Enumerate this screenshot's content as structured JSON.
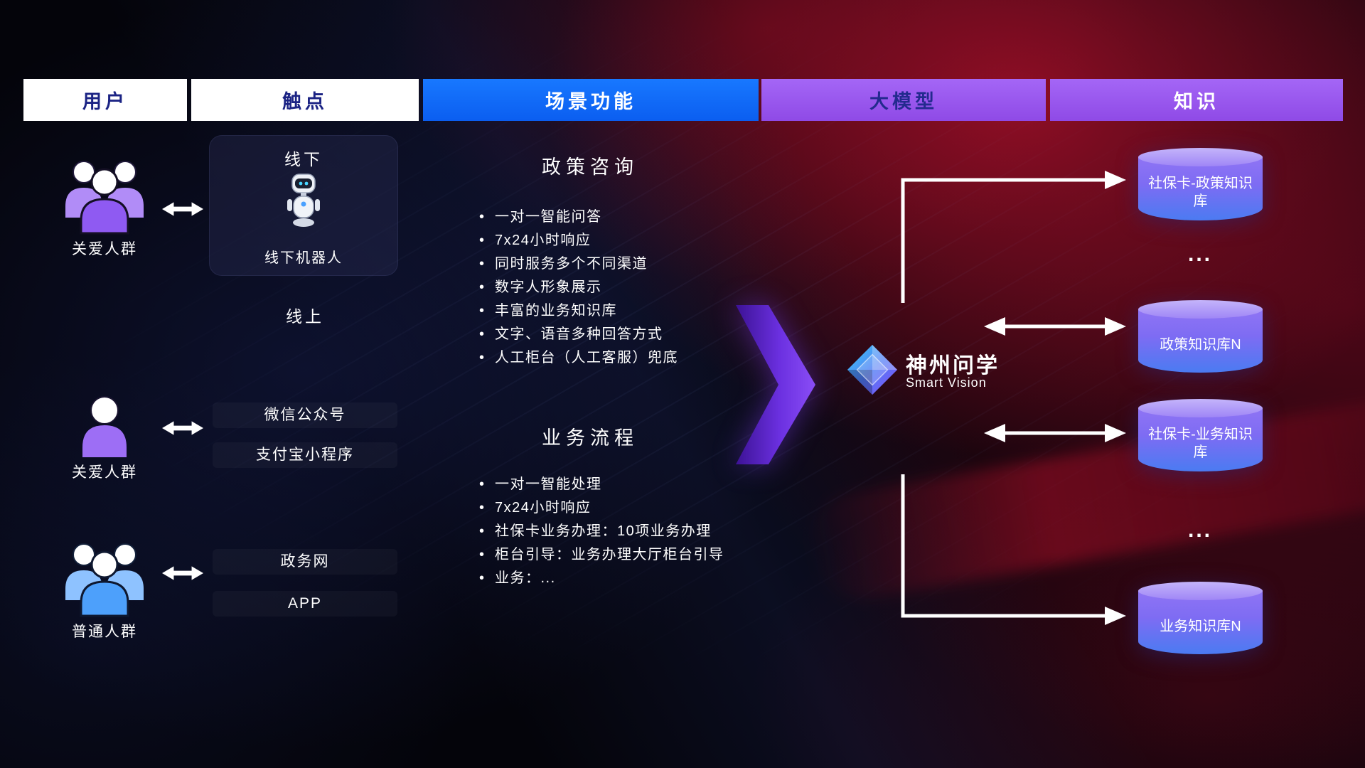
{
  "headers": [
    {
      "label": "用户"
    },
    {
      "label": "触点"
    },
    {
      "label": "场景功能"
    },
    {
      "label": "大模型"
    },
    {
      "label": "知识"
    }
  ],
  "users": [
    {
      "label": "关爱人群"
    },
    {
      "label": "关爱人群"
    },
    {
      "label": "普通人群"
    }
  ],
  "touchpoints": {
    "offline_title": "线下",
    "offline_robot_label": "线下机器人",
    "online_title": "线上",
    "wechat": "微信公众号",
    "alipay": "支付宝小程序",
    "gov": "政务网",
    "app": "APP"
  },
  "scenarios": [
    {
      "title": "政策咨询",
      "items": [
        "一对一智能问答",
        "7x24小时响应",
        "同时服务多个不同渠道",
        "数字人形象展示",
        "丰富的业务知识库",
        "文字、语音多种回答方式",
        "人工柜台（人工客服）兜底"
      ]
    },
    {
      "title": "业务流程",
      "items": [
        "一对一智能处理",
        "7x24小时响应",
        "社保卡业务办理：10项业务办理",
        "柜台引导：业务办理大厅柜台引导",
        "业务：..."
      ]
    }
  ],
  "model": {
    "name": "神州问学",
    "subtitle": "Smart Vision"
  },
  "knowledge": {
    "dbs": [
      {
        "label": "社保卡-政策知识库"
      },
      {
        "label": "政策知识库N"
      },
      {
        "label": "社保卡-业务知识库"
      },
      {
        "label": "业务知识库N"
      }
    ],
    "ellipsis": "..."
  },
  "colors": {
    "header_blue": "#0d6efd",
    "header_purple": "#9b5cf6",
    "header_navy_text": "#1b2384",
    "cylinder_purple": "#8f74f4",
    "cylinder_blue": "#4b7bf2",
    "people_purple": "#9d6ef5",
    "people_blue": "#4da0fb",
    "big_arrow_purple": "#7c3bf5",
    "arrow_white": "#ffffff"
  }
}
